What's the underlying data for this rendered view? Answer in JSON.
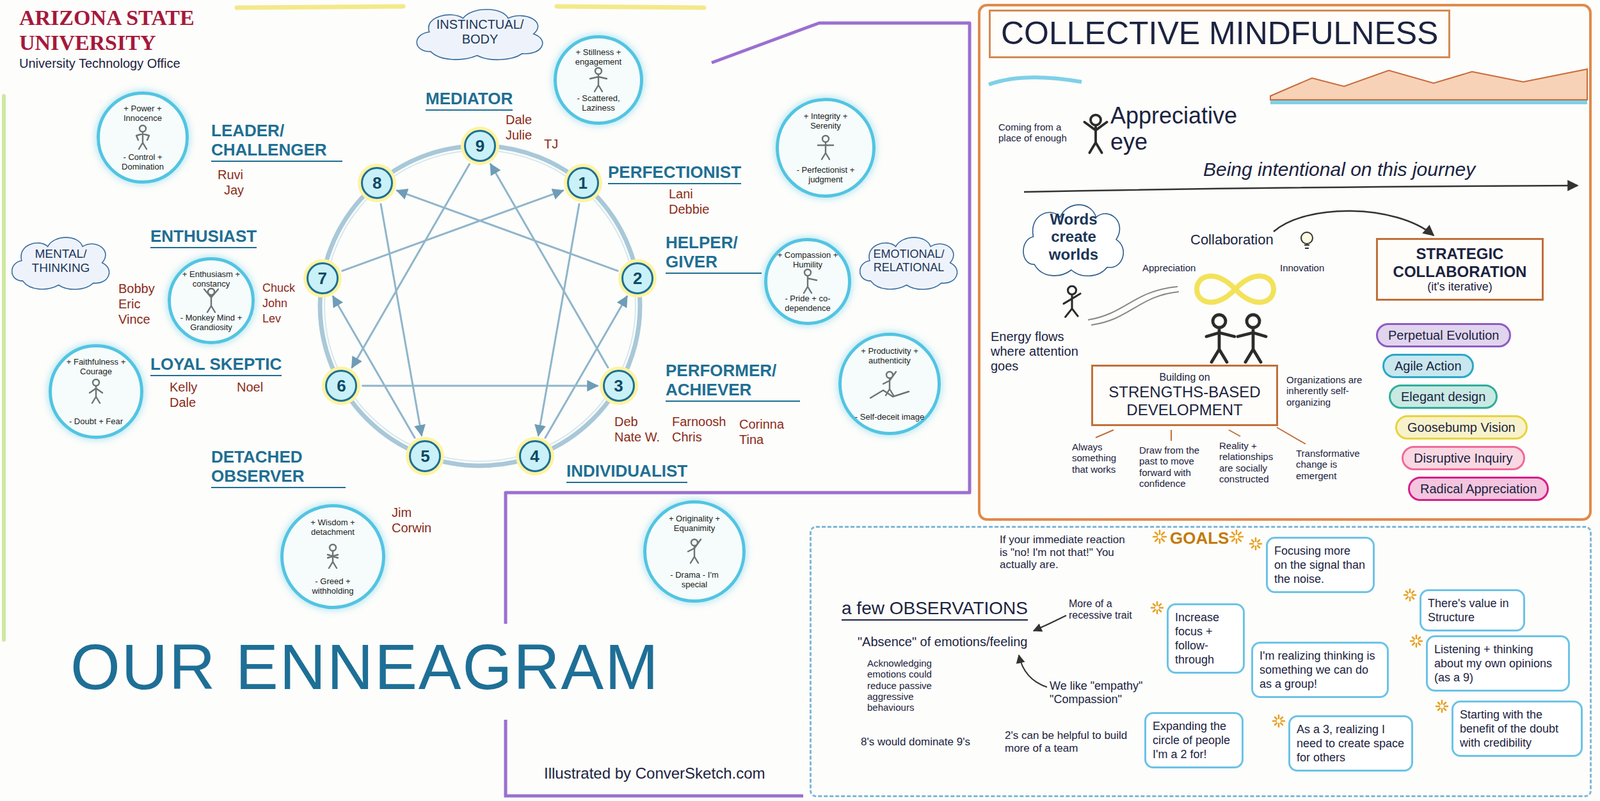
{
  "diagram": {
    "title": "OUR ENNEAGRAM",
    "nodes": [
      {
        "text": [
          "INSTINCTUAL/ BODY"
        ]
      },
      {
        "text": [
          "MENTAL/ THINKING"
        ]
      },
      {
        "text": [
          "EMOTIONAL/ RELATIONAL"
        ]
      },
      {
        "text": [
          "1"
        ]
      },
      {
        "text": [
          "2"
        ]
      },
      {
        "text": [
          "3"
        ]
      },
      {
        "text": [
          "4"
        ]
      },
      {
        "text": [
          "5"
        ]
      },
      {
        "text": [
          "6"
        ]
      },
      {
        "text": [
          "7"
        ]
      },
      {
        "text": [
          "8"
        ]
      },
      {
        "text": [
          "9"
        ]
      },
      {
        "text": [
          "+ Integrity + Serenity",
          "- Perfectionist + judgment"
        ]
      },
      {
        "text": [
          "+ Compassion + Humility",
          "- Pride + co-dependence"
        ]
      },
      {
        "text": [
          "+ Productivity + authenticity",
          "- Self-deceit image"
        ]
      },
      {
        "text": [
          "+ Originality + Equanimity",
          "- Drama - I'm special"
        ]
      },
      {
        "text": [
          "+ Wisdom + detachment",
          "- Greed + withholding"
        ]
      },
      {
        "text": [
          "+ Faithfulness + Courage",
          "- Doubt + Fear"
        ]
      },
      {
        "text": [
          "+ Enthusiasm + constancy",
          "- Monkey Mind + Grandiosity"
        ]
      },
      {
        "text": [
          "+ Power + Innocence",
          "- Control + Domination"
        ]
      },
      {
        "text": [
          "+ Stillness + engagement",
          "- Scattered, Laziness"
        ]
      },
      {
        "text": [
          "COLLECTIVE MINDFULNESS"
        ]
      },
      {
        "text": [
          "Words create worlds"
        ]
      },
      {
        "text": [
          "STRATEGIC COLLABORATION",
          "(it's iterative)"
        ]
      },
      {
        "text": [
          "Perpetual Evolution"
        ]
      },
      {
        "text": [
          "Agile Action"
        ]
      },
      {
        "text": [
          "Elegant design"
        ]
      },
      {
        "text": [
          "Goosebump Vision"
        ]
      },
      {
        "text": [
          "Disruptive Inquiry"
        ]
      },
      {
        "text": [
          "Radical Appreciation"
        ]
      },
      {
        "text": [
          "Building on",
          "STRENGTHS-BASED DEVELOPMENT"
        ]
      },
      {
        "text": [
          "GOALS"
        ]
      },
      {
        "text": [
          "Focusing more on the signal than the noise."
        ],
        "in": 31
      },
      {
        "text": [
          "Increase focus + follow-through"
        ],
        "in": 31
      },
      {
        "text": [
          "There's value in Structure"
        ],
        "in": 31
      },
      {
        "text": [
          "I'm realizing thinking is something we can do as a group!"
        ],
        "in": 31
      },
      {
        "text": [
          "Listening + thinking about my own opinions (as a 9)"
        ],
        "in": 31
      },
      {
        "text": [
          "Expanding the circle of people I'm a 2 for!"
        ],
        "in": 31
      },
      {
        "text": [
          "As a 3, realizing I need to create space for others"
        ],
        "in": 31
      },
      {
        "text": [
          "Starting with the benefit of the doubt with credibility"
        ],
        "in": 31
      }
    ],
    "edges": [
      {
        "from": 3,
        "to": 6,
        "arrow": "to"
      },
      {
        "from": 6,
        "to": 4,
        "arrow": "to"
      },
      {
        "from": 4,
        "to": 10,
        "arrow": "to"
      },
      {
        "from": 10,
        "to": 7,
        "arrow": "to"
      },
      {
        "from": 7,
        "to": 9,
        "arrow": "to"
      },
      {
        "from": 9,
        "to": 3,
        "arrow": "to"
      },
      {
        "from": 11,
        "to": 8,
        "arrow": "to"
      },
      {
        "from": 8,
        "to": 5,
        "arrow": "to"
      },
      {
        "from": 5,
        "to": 11,
        "arrow": "to"
      }
    ],
    "labels": [
      "ARIZONA STATE UNIVERSITY",
      "University Technology Office",
      "MEDIATOR",
      "Dale",
      "Julie",
      "TJ",
      "LEADER/ CHALLENGER",
      "Ruvi",
      "Jay",
      "PERFECTIONIST",
      "Lani",
      "Debbie",
      "HELPER/ GIVER",
      "ENTHUSIAST",
      "Bobby",
      "Eric",
      "Vince",
      "Chuck",
      "John",
      "Lev",
      "LOYAL SKEPTIC",
      "Kelly",
      "Noel",
      "Dale",
      "PERFORMER/ ACHIEVER",
      "Deb",
      "Nate W.",
      "Farnoosh",
      "Chris",
      "Corinna",
      "Tina",
      "INDIVIDUALIST",
      "DETACHED OBSERVER",
      "Jim",
      "Corwin",
      "Illustrated by ConverSketch.com",
      "Coming from a place of enough",
      "Appreciative eye",
      "Being intentional on this journey",
      "Energy flows where attention goes",
      "Collaboration",
      "Appreciation",
      "Innovation",
      "Organizations are inherently self-organizing",
      "Always something that works",
      "Draw from the past to move forward with confidence",
      "Reality + relationships are socially constructed",
      "Transformative change is emergent",
      "If your immediate reaction is \"no! I'm not that!\" You actually are.",
      "a few OBSERVATIONS",
      "\"Absence\" of emotions/feeling",
      "Acknowledging emotions could reduce passive aggressive behaviours",
      "More of a recessive trait",
      "We like \"empathy\" \"Compassion\"",
      "8's would dominate 9's",
      "2's can be helpful to build more of a team"
    ]
  }
}
